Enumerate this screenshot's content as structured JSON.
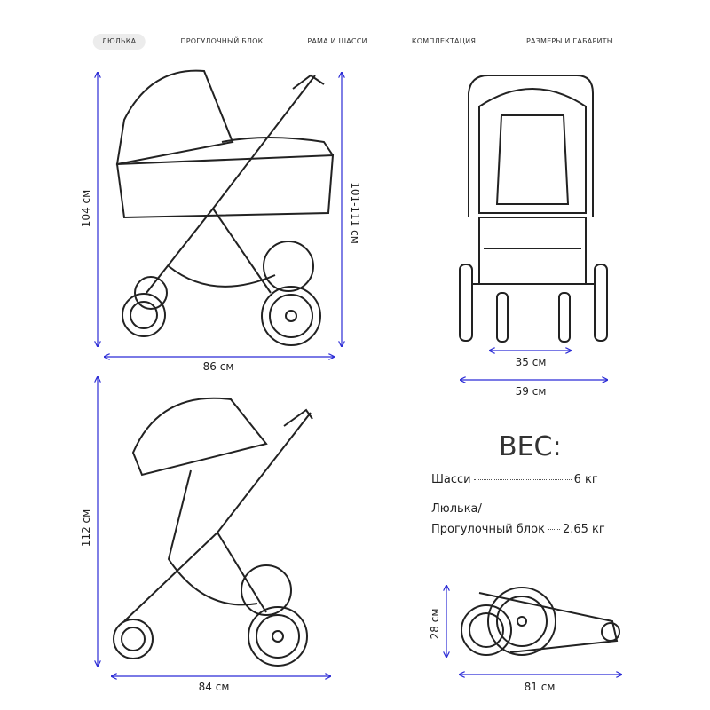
{
  "tabs": [
    {
      "label": "ЛЮЛЬКА",
      "active": true
    },
    {
      "label": "ПРОГУЛОЧНЫЙ БЛОК",
      "active": false
    },
    {
      "label": "РАМА И ШАССИ",
      "active": false
    },
    {
      "label": "КОМПЛЕКТАЦИЯ",
      "active": false
    },
    {
      "label": "РАЗМЕРЫ И ГАБАРИТЫ",
      "active": false
    }
  ],
  "dimensions": {
    "bassinet_height": "104 см",
    "handle_height": "101-111 см",
    "bassinet_length": "86 см",
    "inner_width": "35 см",
    "outer_width": "59 см",
    "seat_height": "112 см",
    "seat_length": "84 см",
    "folded_height": "28 см",
    "folded_length": "81 см"
  },
  "weight": {
    "title": "ВЕС:",
    "chassis_label": "Шасси",
    "chassis_value": "6 кг",
    "block_label_1": "Люлька/",
    "block_label_2": "Прогулочный блок",
    "block_value": "2.65 кг"
  },
  "colors": {
    "dimension_line": "#2b2bd6",
    "drawing": "#222222"
  }
}
